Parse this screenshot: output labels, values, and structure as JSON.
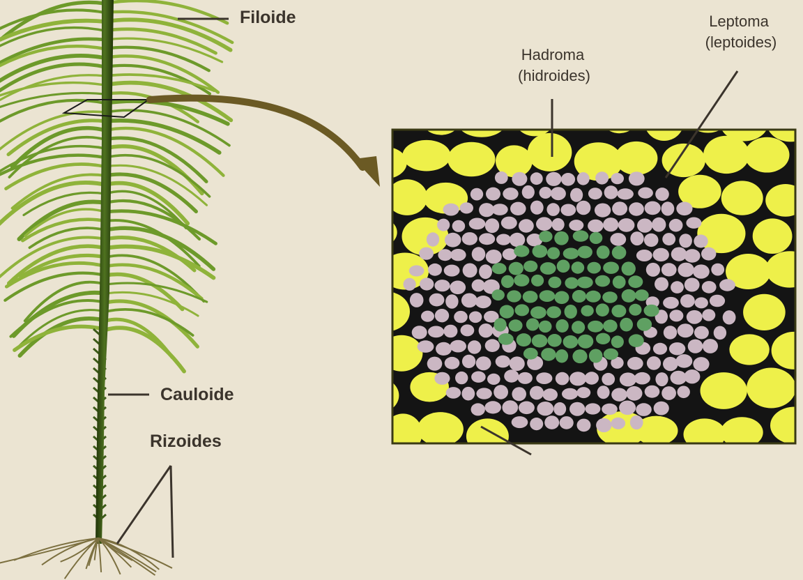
{
  "labels": {
    "filoide": "Filoide",
    "leptoma": "Leptoma",
    "leptoides": "(leptoides)",
    "hadroma": "Hadroma",
    "hidroides": "(hidroides)",
    "cauloide": "Cauloide",
    "rizoides": "Rizoides"
  },
  "colors": {
    "background": "#ebe4d2",
    "stem": "#2f4a14",
    "leaf": "#8fb33a",
    "arrow": "#6b5a24",
    "parenchyma_cells": "#eef04a",
    "hadroma_cells": "#cbb7c3",
    "leptoma_cells": "#5fa062",
    "cell_walls": "#141414",
    "leader_lines": "#3b342c"
  }
}
